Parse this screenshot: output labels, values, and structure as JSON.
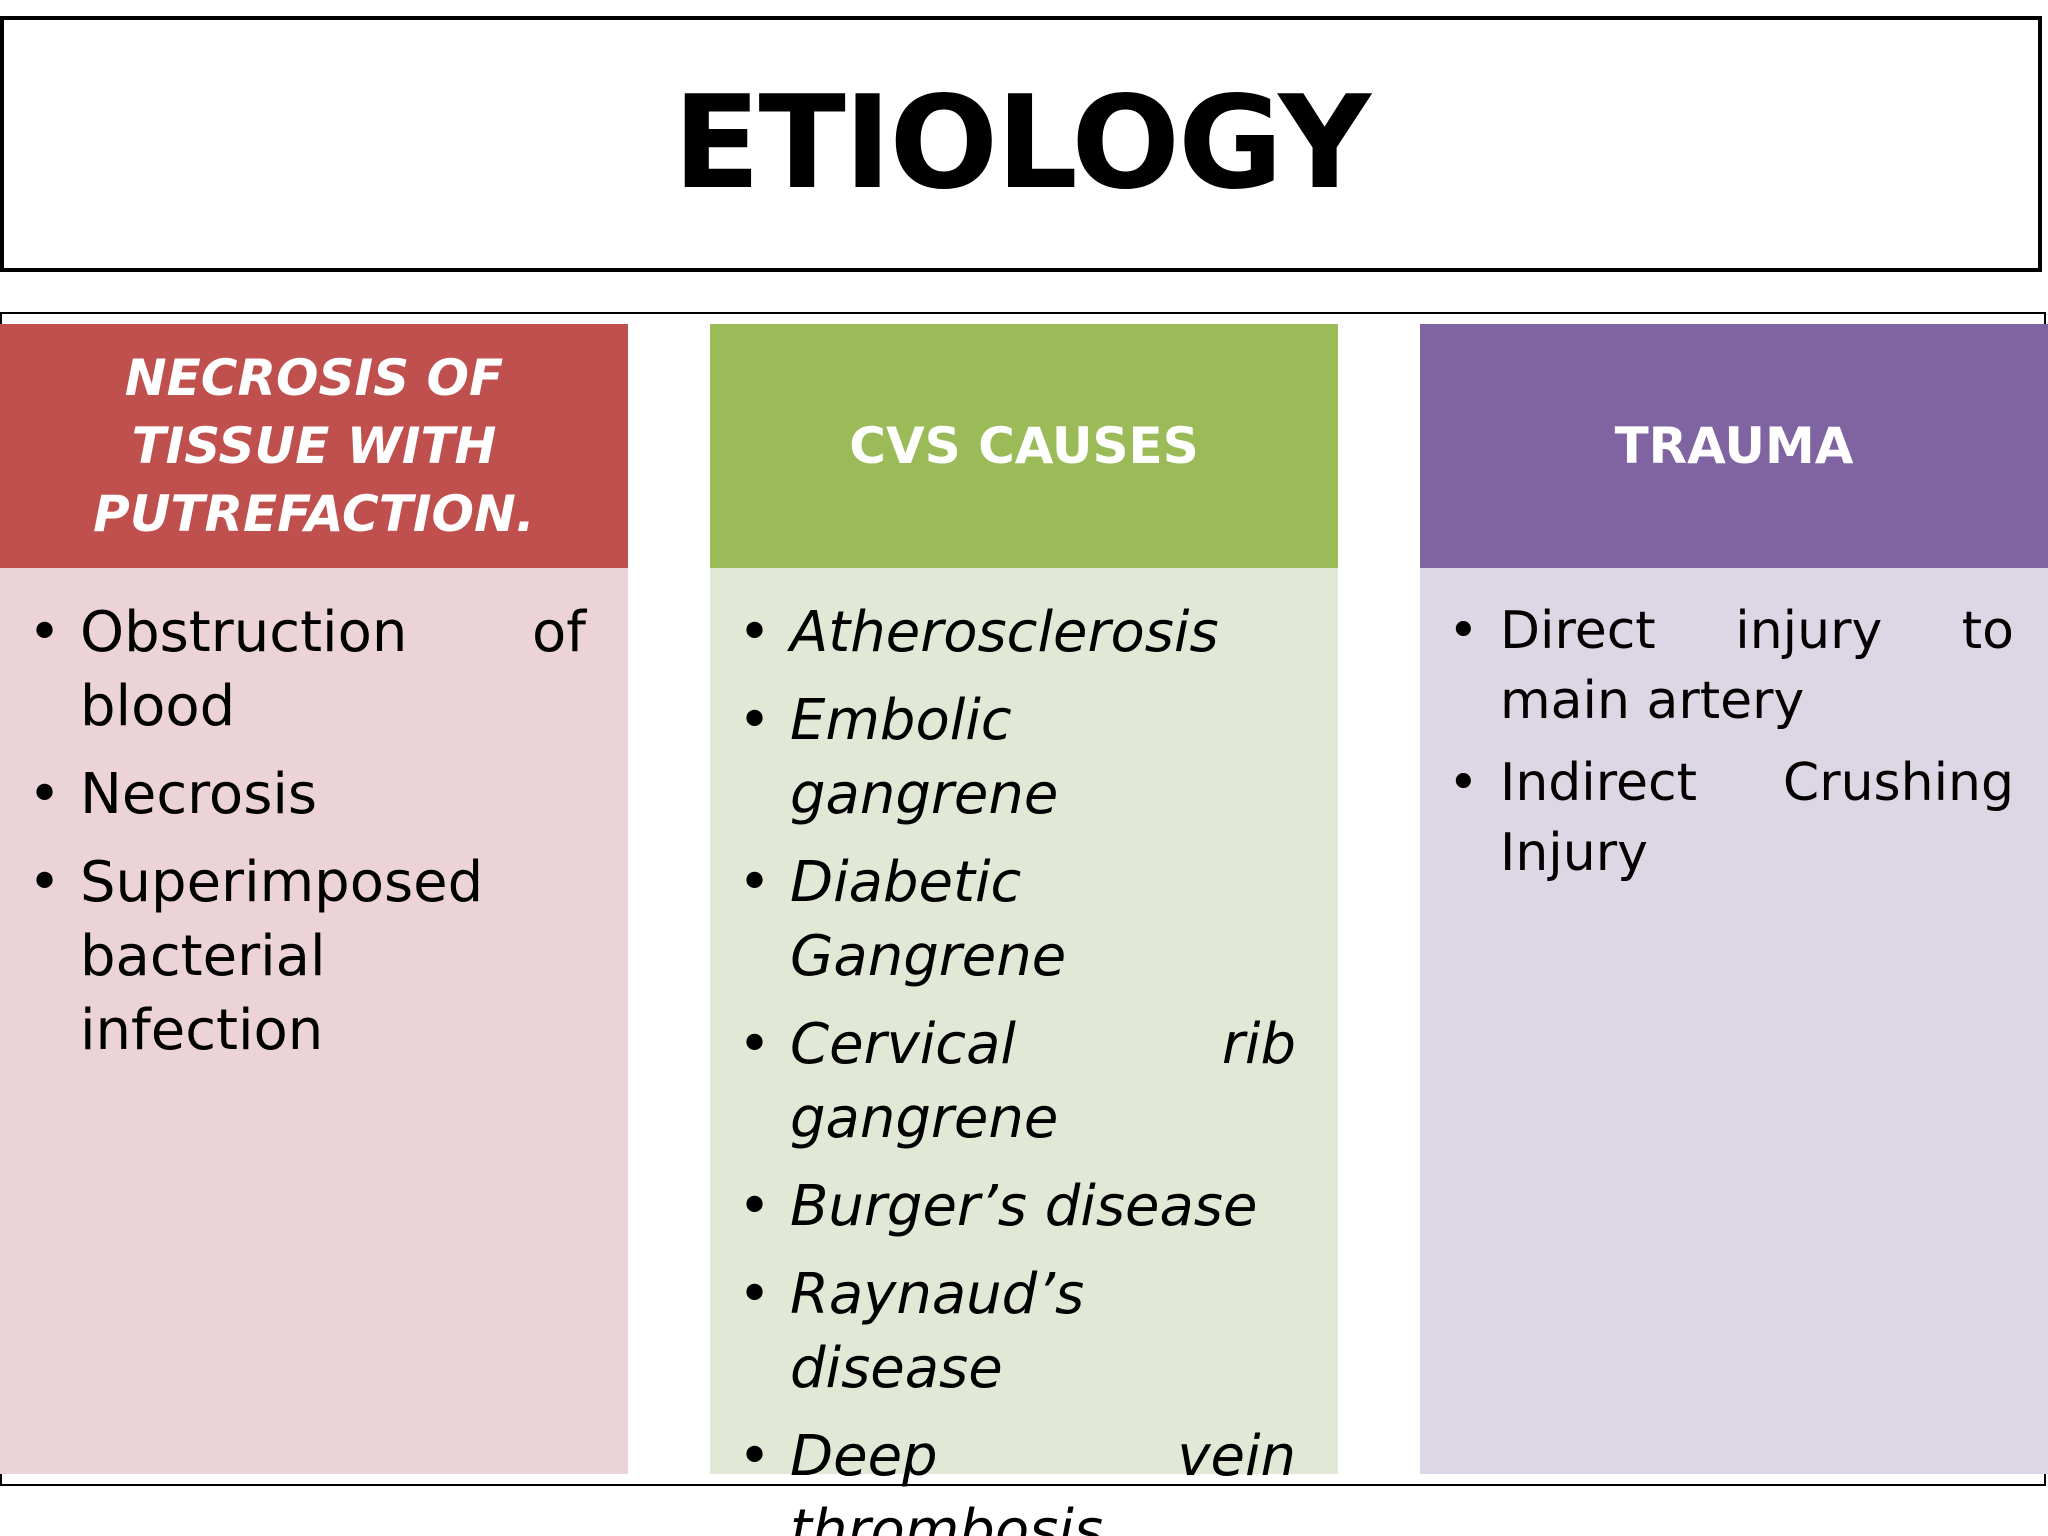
{
  "title": "ETIOLOGY",
  "columns": [
    {
      "header": "NECROSIS OF TISSUE WITH PUTREFACTION.",
      "items": [
        "Obstruction of blood",
        "Necrosis",
        "Superimposed bacterial infection"
      ]
    },
    {
      "header": "CVS CAUSES",
      "items": [
        "Atherosclerosis",
        "Embolic gangrene",
        "Diabetic Gangrene",
        "Cervical rib gangrene",
        "Burger’s disease",
        "Raynaud’s disease",
        "Deep vein thrombosis"
      ]
    },
    {
      "header": "TRAUMA",
      "items": [
        "Direct injury to main artery",
        "Indirect Crushing Injury"
      ]
    }
  ],
  "colors": {
    "necrosis_header": "#c0504d",
    "necrosis_body": "#ebd3d7",
    "cvs_header": "#9bbb59",
    "cvs_body": "#e2e8d6",
    "trauma_header": "#8064a2",
    "trauma_body": "#ddd6e4"
  }
}
